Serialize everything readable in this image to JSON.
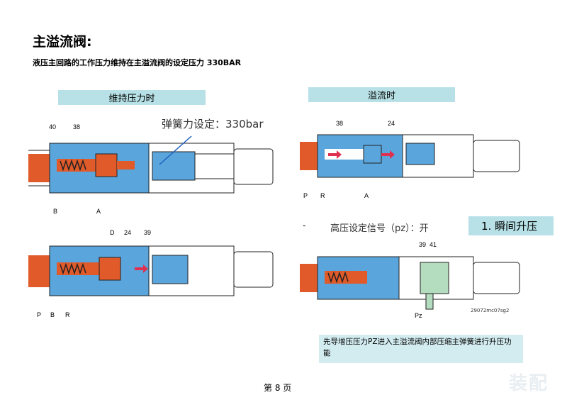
{
  "header": {
    "title": "主溢流阀:",
    "subtitle": "液压主回路的工作压力维持在主溢流阀的设定压力 330BAR"
  },
  "panels": {
    "hold_label": "维持压力时",
    "relief_label": "溢流时",
    "spring_setting": "弹簧力设定：330bar",
    "pz_signal": "高压设定信号（pz）：开",
    "dash": "-",
    "boost_label": "1.  瞬间升压",
    "note": "先导增压压力PZ进入主溢流阀内部压缩主弹簧进行升压功能",
    "ref_code": "29072mc07sg2"
  },
  "callouts": {
    "tl": [
      "40",
      "38",
      "B",
      "A"
    ],
    "tr": [
      "38",
      "24",
      "P",
      "R",
      "A"
    ],
    "bl": [
      "D",
      "24",
      "39",
      "P",
      "B",
      "R"
    ],
    "br": [
      "39",
      "41",
      "Pz"
    ]
  },
  "footer": {
    "page": "第 8 页",
    "watermark": "装配"
  },
  "colors": {
    "orange": "#e05a2a",
    "blue": "#5aa5dc",
    "green": "#b4dcbe",
    "label_bg": "#b7e1e6"
  }
}
